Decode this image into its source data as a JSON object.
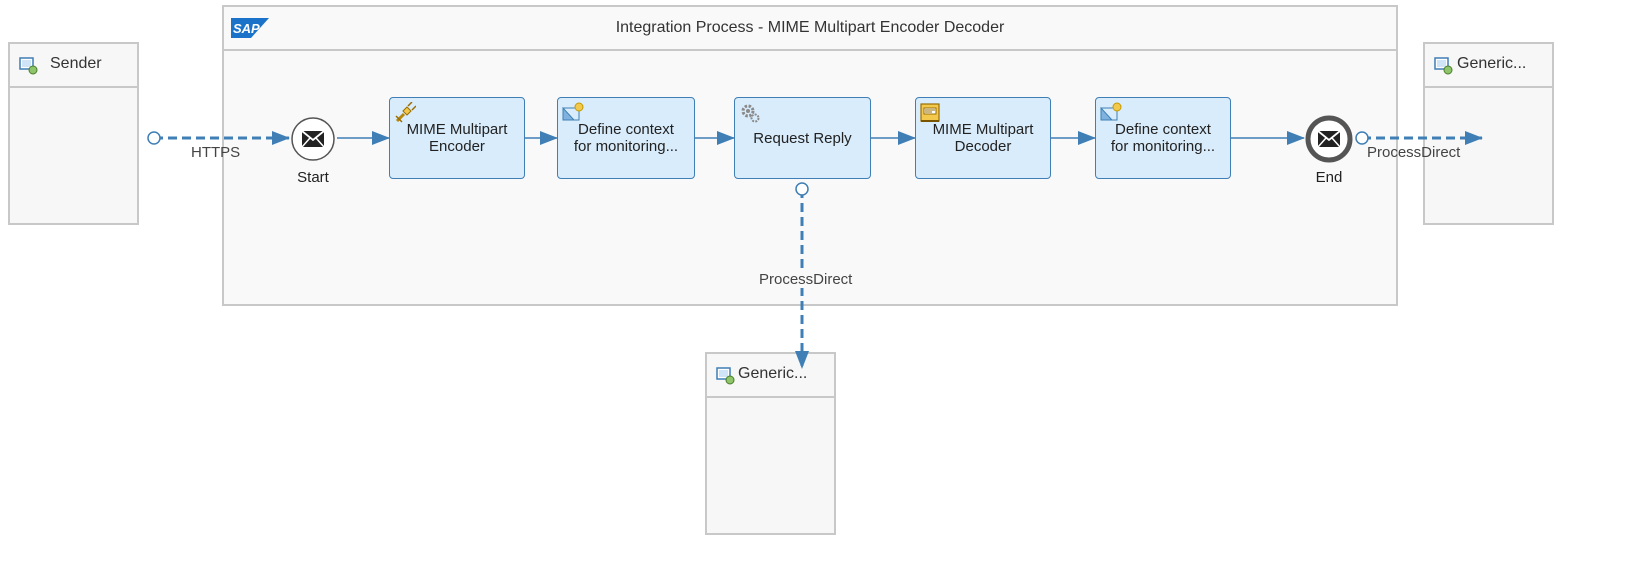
{
  "pool": {
    "title": "Integration Process - MIME Multipart Encoder Decoder",
    "logo_text": "SAP"
  },
  "participants": {
    "sender": {
      "title": "Sender"
    },
    "receiver_right": {
      "title": "Generic..."
    },
    "receiver_bottom": {
      "title": "Generic..."
    }
  },
  "events": {
    "start": {
      "label": "Start"
    },
    "end": {
      "label": "End"
    }
  },
  "steps": [
    {
      "label": "MIME Multipart\nEncoder",
      "icon": "encoder-icon"
    },
    {
      "label": "Define context\nfor monitoring...",
      "icon": "content-modifier-icon"
    },
    {
      "label": "Request Reply",
      "icon": "gear-icon"
    },
    {
      "label": "MIME Multipart\nDecoder",
      "icon": "decoder-icon"
    },
    {
      "label": "Define context\nfor monitoring...",
      "icon": "content-modifier-icon"
    }
  ],
  "connections": {
    "sender_to_start": "HTTPS",
    "end_to_receiver": "ProcessDirect",
    "request_reply_to_receiver": "ProcessDirect"
  },
  "colors": {
    "flow": "#3f7fb5",
    "task_fill": "#d9ecfb",
    "border": "#c8c8c8",
    "sap_blue": "#1a73c8"
  }
}
